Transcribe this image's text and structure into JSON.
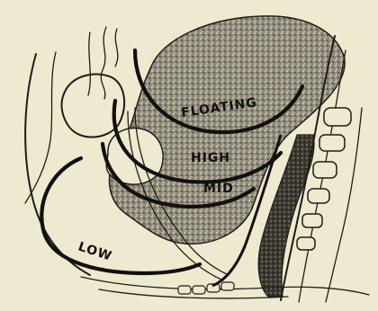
{
  "diagram": {
    "labels": {
      "floating": "FLOATING",
      "high": "HIGH",
      "mid": "MID",
      "low": "LOW"
    },
    "colors": {
      "paper": "#efe9cf",
      "ink": "#1e1c18",
      "stipple_light": "#8f8a7a",
      "stipple_dark": "#2a2824"
    }
  }
}
